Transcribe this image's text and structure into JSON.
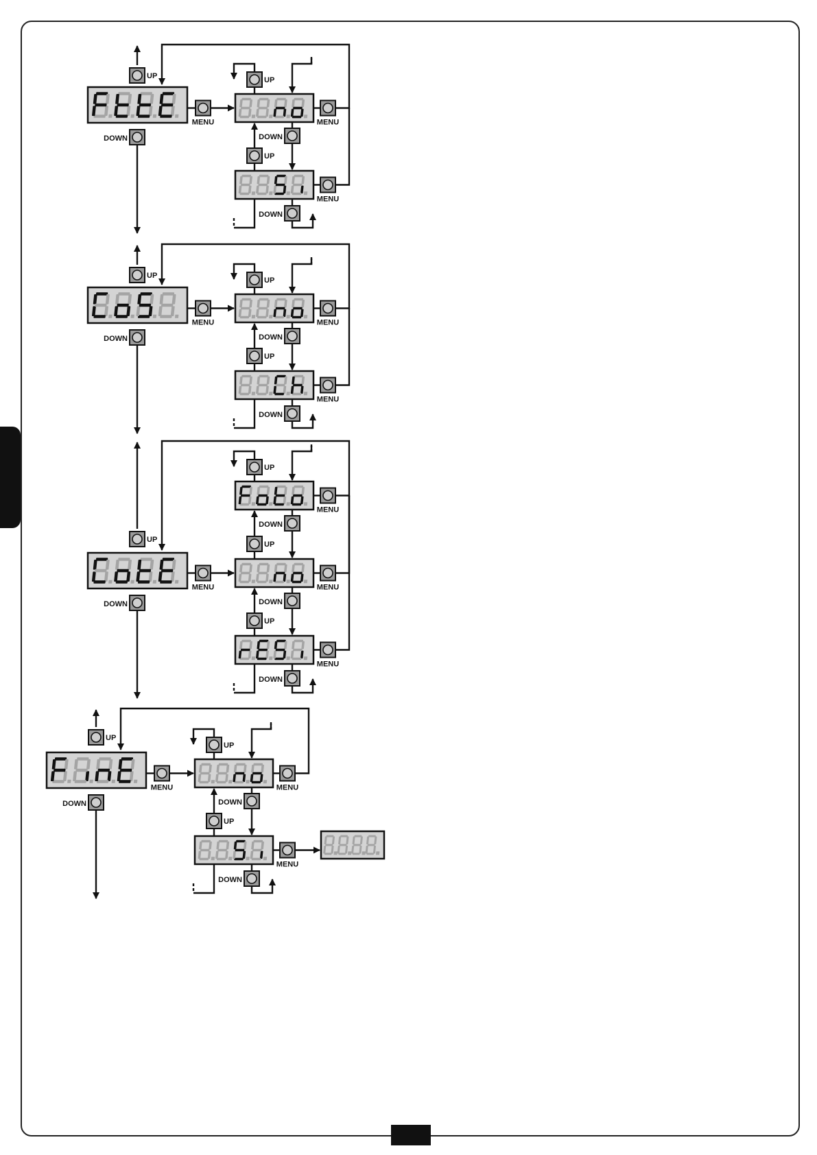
{
  "labels": {
    "up": "UP",
    "down": "DOWN",
    "menu": "MENU"
  },
  "colors": {
    "display_bg": "#d4d4d4",
    "segment_on": "#111111",
    "segment_off": "#a4a4a4",
    "button_bg": "#9a9a9a",
    "line": "#111111"
  },
  "menus": [
    {
      "main_display": [
        "F",
        "t",
        "t",
        "E"
      ],
      "options": [
        [
          " ",
          " ",
          "n",
          "o"
        ],
        [
          " ",
          " ",
          "S",
          "i"
        ]
      ],
      "final_display": null
    },
    {
      "main_display": [
        "C",
        "o",
        "S",
        " "
      ],
      "options": [
        [
          " ",
          " ",
          "n",
          "o"
        ],
        [
          " ",
          " ",
          "C",
          "h"
        ]
      ],
      "final_display": null
    },
    {
      "main_display": [
        "C",
        "o",
        "t",
        "E"
      ],
      "options": [
        [
          "F",
          "o",
          "t",
          "o"
        ],
        [
          " ",
          " ",
          "n",
          "o"
        ],
        [
          "r",
          "E",
          "S",
          "i"
        ]
      ],
      "final_display": null
    },
    {
      "main_display": [
        "F",
        "i",
        "n",
        "E"
      ],
      "options": [
        [
          " ",
          " ",
          "n",
          "o"
        ],
        [
          " ",
          " ",
          "S",
          "i"
        ]
      ],
      "final_display": [
        " ",
        " ",
        " ",
        " "
      ]
    }
  ]
}
